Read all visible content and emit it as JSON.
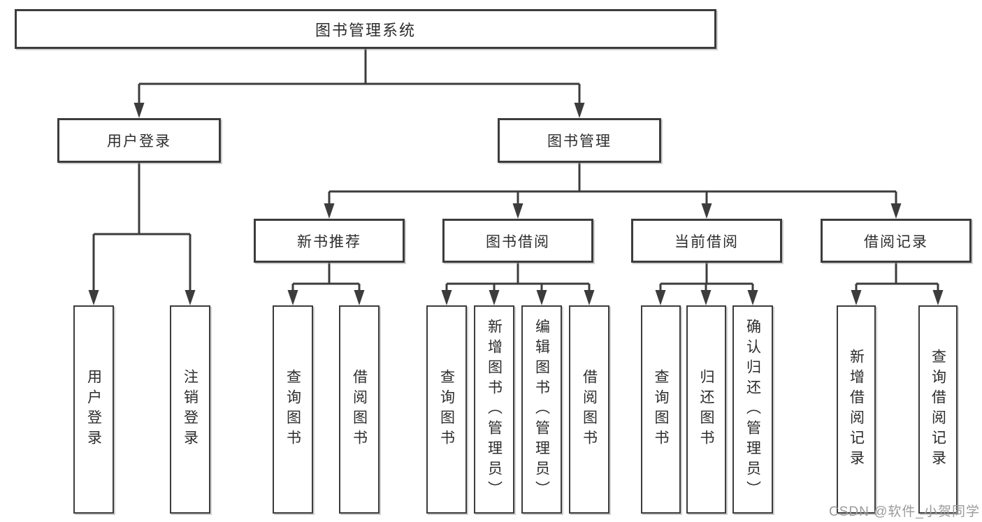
{
  "tree": {
    "root": "图书管理系统",
    "children": [
      {
        "label": "用户登录",
        "children": [
          {
            "label": "用户登录"
          },
          {
            "label": "注销登录"
          }
        ]
      },
      {
        "label": "图书管理",
        "children": [
          {
            "label": "新书推荐",
            "children": [
              {
                "label": "查询图书"
              },
              {
                "label": "借阅图书"
              }
            ]
          },
          {
            "label": "图书借阅",
            "children": [
              {
                "label": "查询图书"
              },
              {
                "label": "新增图书（管理员）"
              },
              {
                "label": "编辑图书（管理员）"
              },
              {
                "label": "借阅图书"
              }
            ]
          },
          {
            "label": "当前借阅",
            "children": [
              {
                "label": "查询图书"
              },
              {
                "label": "归还图书"
              },
              {
                "label": "确认归还（管理员）"
              }
            ]
          },
          {
            "label": "借阅记录",
            "children": [
              {
                "label": "新增借阅记录"
              },
              {
                "label": "查询借阅记录"
              }
            ]
          }
        ]
      }
    ]
  },
  "watermark": {
    "text": "CSDN @软件_小贺同学"
  },
  "colors": {
    "line": "#3c3c3c",
    "text": "#2d2d2d",
    "watermark": "#9b9b9b",
    "background": "#ffffff"
  }
}
